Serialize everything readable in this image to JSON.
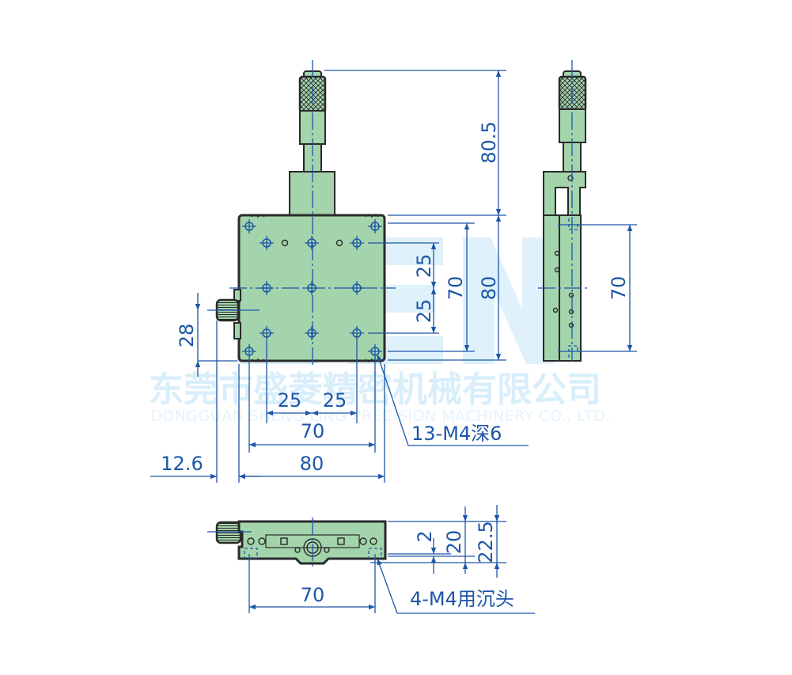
{
  "watermark": {
    "logo": "SEN",
    "company_cn": "东莞市盛菱精密机械有限公司",
    "company_en": "DONGGUAN SHENG LING PRECISION MACHINERY CO., LTD."
  },
  "colors": {
    "body_fill": "#a4d4ac",
    "outline": "#2a2a2a",
    "dimension": "#1d56a8",
    "watermark": "#d9eefb"
  },
  "top_view": {
    "dimensions": {
      "micrometer_height": "80.5",
      "hole_pitch_upper": "25",
      "hole_pitch_lower": "25",
      "hole_span_vertical": "70",
      "body_height": "80",
      "knob_offset": "28",
      "hole_pitch_left": "25",
      "hole_pitch_right": "25",
      "hole_span_horizontal": "70",
      "body_width": "80",
      "knob_protrusion": "12.6"
    },
    "callout": "13-M4深6"
  },
  "side_view": {
    "dimensions": {
      "mount_span": "70"
    }
  },
  "front_view": {
    "dimensions": {
      "bottom_offset": "2",
      "table_height": "20",
      "total_height": "22.5",
      "mount_span": "70"
    },
    "callout": "4-M4用沉头"
  }
}
